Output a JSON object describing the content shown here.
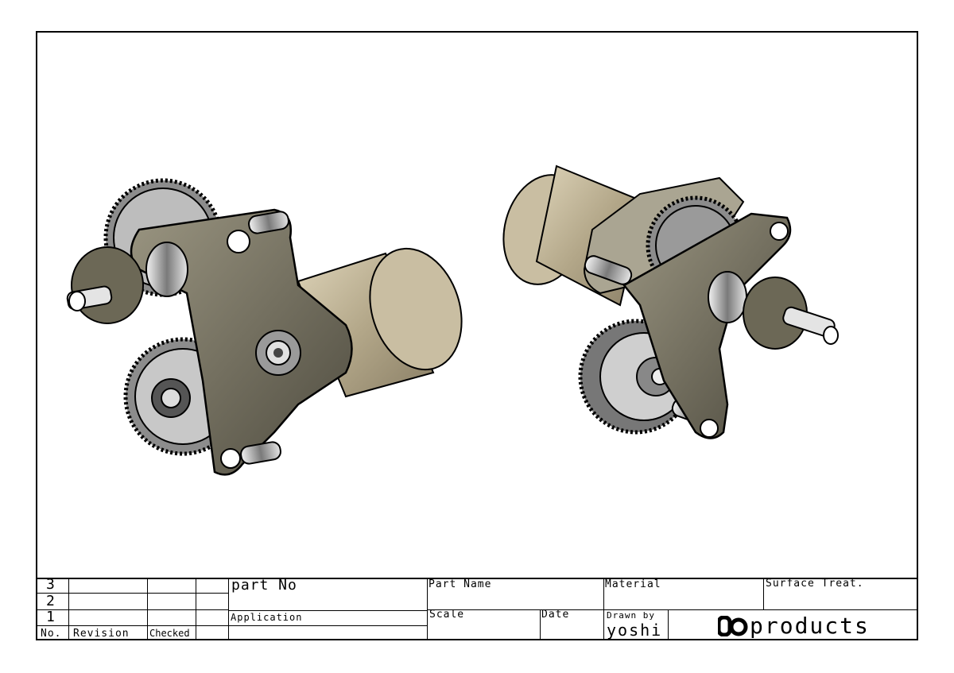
{
  "title_block": {
    "revision_rows": [
      "3",
      "2",
      "1"
    ],
    "headers": {
      "no": "No.",
      "revision": "Revision",
      "checked": "Checked"
    },
    "part_no_label": "part No",
    "application_label": "Application",
    "part_name_label": "Part Name",
    "material_label": "Material",
    "surface_label": "Surface Treat.",
    "scale_label": "Scale",
    "date_label": "Date",
    "drawn_by_label": "Drawn by",
    "drawn_by_value": "yoshi",
    "company": "products"
  },
  "drawing": {
    "views": [
      "gearbox-assembly-left-view",
      "gearbox-assembly-right-view"
    ],
    "colors": {
      "motor": "#c3b79a",
      "plate": "#6f6a58",
      "gear": "#8a8a8a",
      "steel": "#d0d0d0"
    }
  }
}
